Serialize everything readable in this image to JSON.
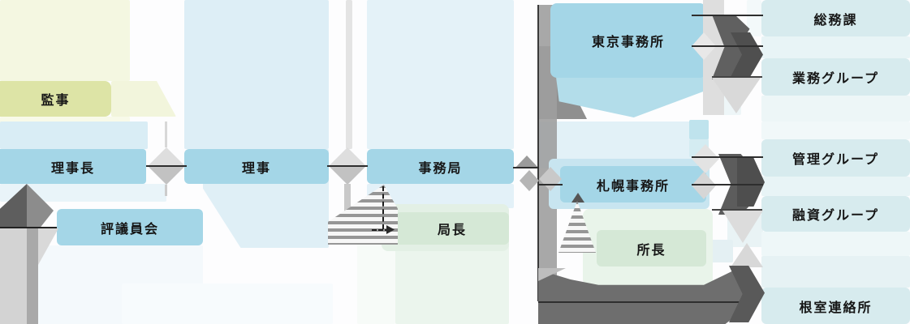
{
  "chart_type": "organization-chart",
  "nodes": {
    "kanji": {
      "label": "監事"
    },
    "rijicho": {
      "label": "理事長"
    },
    "riji": {
      "label": "理事"
    },
    "jimukyoku": {
      "label": "事務局"
    },
    "hyogiinkai": {
      "label": "評議員会"
    },
    "kyokucho": {
      "label": "局長"
    },
    "tokyo": {
      "label": "東京事務所"
    },
    "sapporo": {
      "label": "札幌事務所"
    },
    "shocho": {
      "label": "所長"
    },
    "somuka": {
      "label": "総務課"
    },
    "gyomu": {
      "label": "業務グループ"
    },
    "kanri": {
      "label": "管理グループ"
    },
    "yushi": {
      "label": "融資グループ"
    },
    "nemuro": {
      "label": "根室連絡所"
    }
  },
  "edges": [
    "理事長 - 監事",
    "理事長 - 評議員会",
    "理事長 - 理事",
    "理事 - 事務局",
    "事務局 - 局長",
    "事務局 - 東京事務所",
    "事務局 - 札幌事務所",
    "札幌事務所 - 所長",
    "東京事務所 - 総務課",
    "東京事務所 - 業務グループ",
    "札幌事務所 - 管理グループ",
    "札幌事務所 - 融資グループ",
    "札幌事務所 - 根室連絡所"
  ],
  "colors": {
    "node_blue": "#a4d6e7",
    "node_teal": "#d7ebee",
    "node_green": "#d5e8d6",
    "node_yellow": "#dde4a6",
    "bg_blue": "#ddeef6",
    "bg_yellow": "#f4f7e1",
    "bg_green": "#ebf5ed",
    "arrow_dark": "#5e5e5e",
    "arrow_mid": "#9a9a9a",
    "arrow_light": "#d6d6d6",
    "line_dark": "#2e2e2e",
    "text": "#161616"
  }
}
